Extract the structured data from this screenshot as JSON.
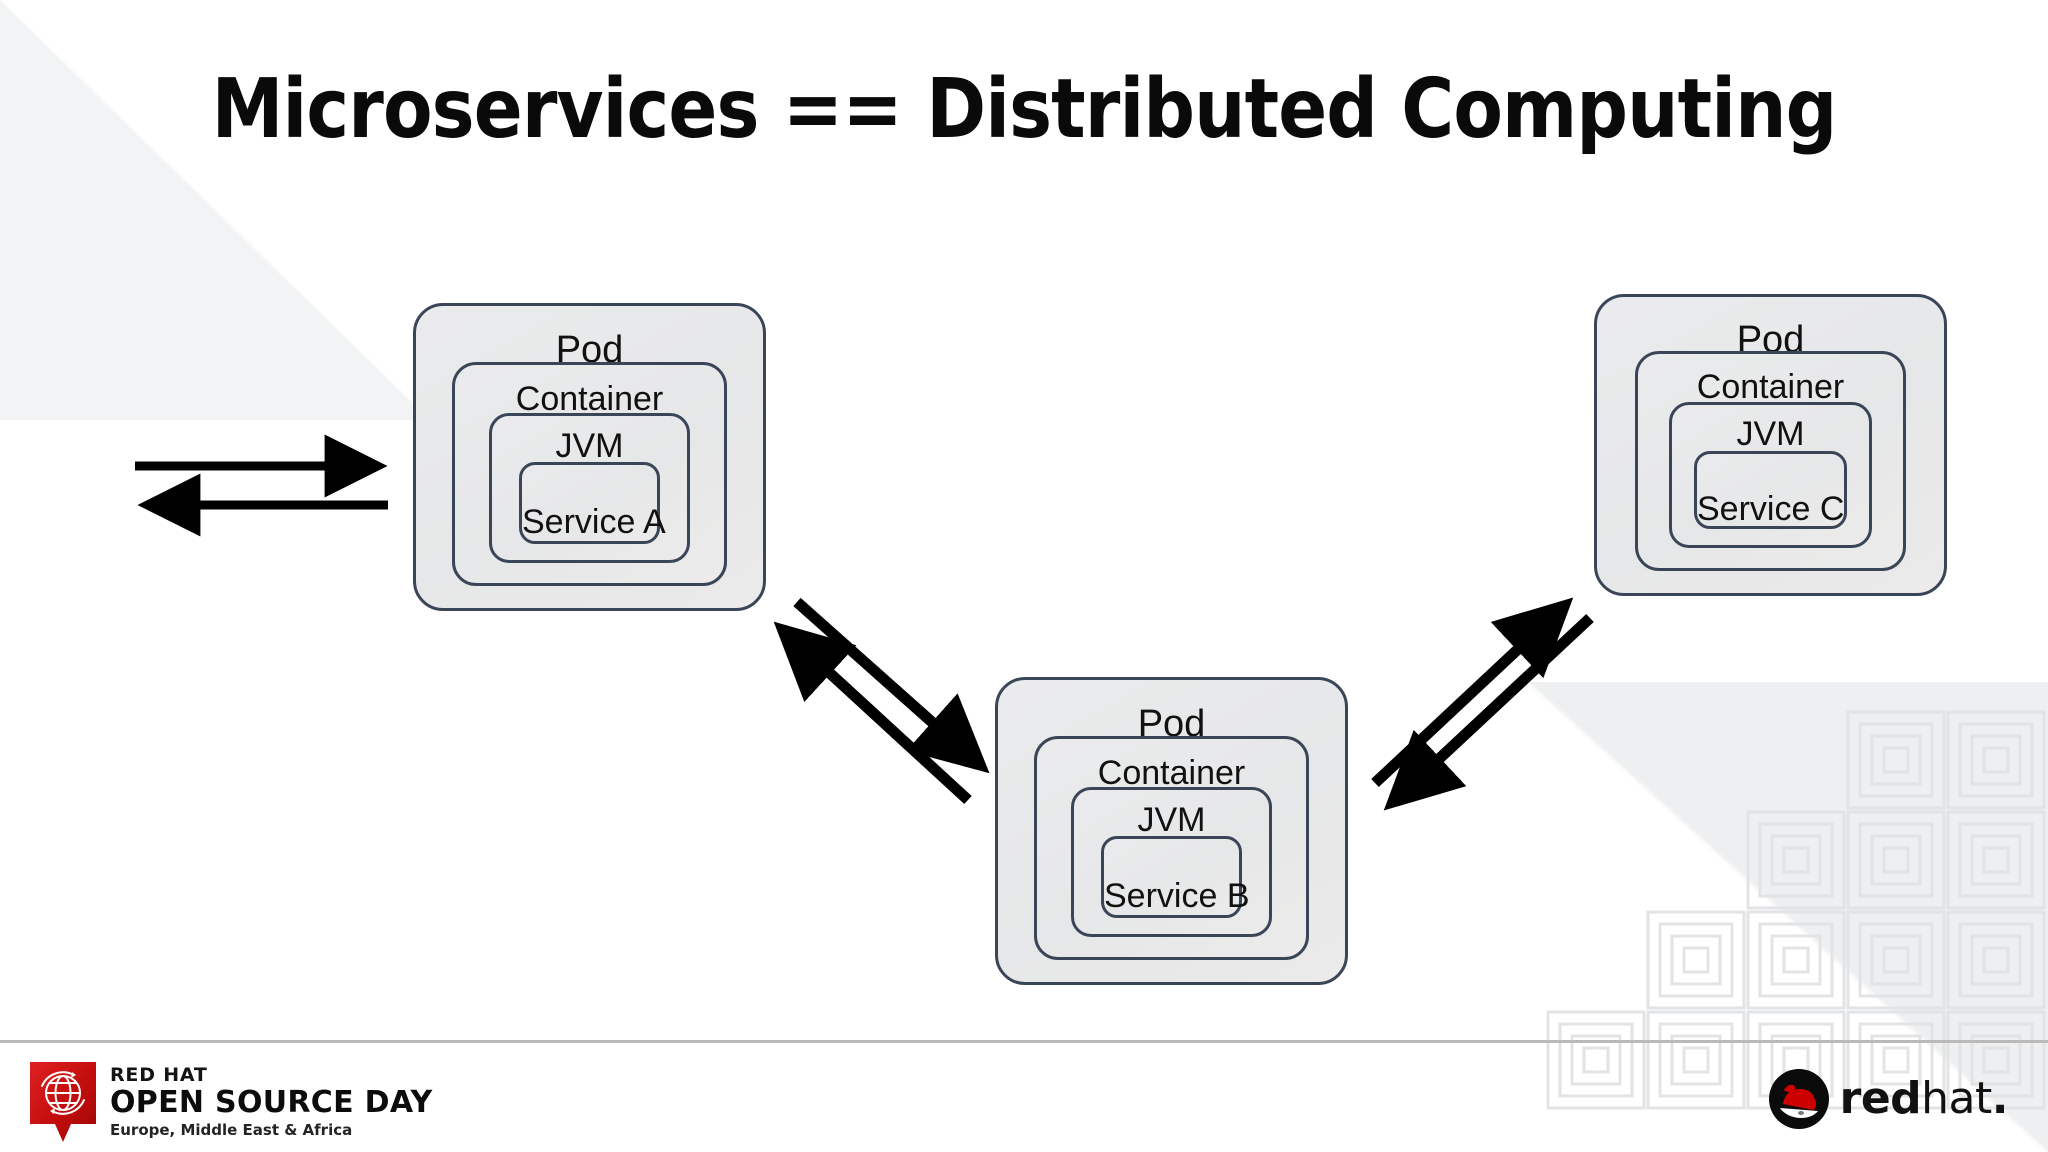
{
  "slide": {
    "title": "Microservices == Distributed Computing",
    "background_color": "#ffffff",
    "box_border_color": "#3a4558",
    "box_fill_color": "#e8e9ea",
    "arrow_color": "#000000",
    "brand_red": "#cc0000"
  },
  "diagram": {
    "type": "node-link",
    "nodes": [
      {
        "id": "a",
        "layers": [
          "Pod",
          "Container",
          "JVM",
          "Service A"
        ],
        "pod_label": "Pod",
        "container_label": "Container",
        "jvm_label": "JVM",
        "service_label": "Service A"
      },
      {
        "id": "b",
        "layers": [
          "Pod",
          "Container",
          "JVM",
          "Service B"
        ],
        "pod_label": "Pod",
        "container_label": "Container",
        "jvm_label": "JVM",
        "service_label": "Service B"
      },
      {
        "id": "c",
        "layers": [
          "Pod",
          "Container",
          "JVM",
          "Service C"
        ],
        "pod_label": "Pod",
        "container_label": "Container",
        "jvm_label": "JVM",
        "service_label": "Service C"
      }
    ],
    "connections": [
      {
        "from": "external",
        "to": "a",
        "direction": "right"
      },
      {
        "from": "a",
        "to": "external",
        "direction": "left"
      },
      {
        "from": "a",
        "to": "b",
        "direction": "down-right"
      },
      {
        "from": "b",
        "to": "a",
        "direction": "up-left"
      },
      {
        "from": "b",
        "to": "c",
        "direction": "up-right"
      },
      {
        "from": "c",
        "to": "b",
        "direction": "down-left"
      }
    ]
  },
  "footer": {
    "event_logo": {
      "line1": "RED HAT",
      "line2": "OPEN SOURCE DAY",
      "line3": "Europe, Middle East & Africa"
    },
    "brand_logo": {
      "word_bold": "red",
      "word_light": "hat",
      "word_dot": "."
    }
  }
}
